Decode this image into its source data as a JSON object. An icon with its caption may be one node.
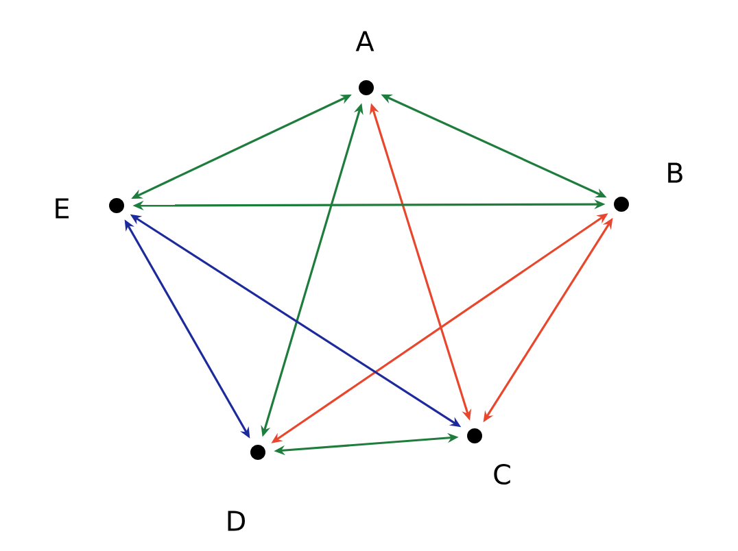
{
  "diagram": {
    "nodes": [
      {
        "text": [
          "A"
        ]
      },
      {
        "text": [
          "B"
        ]
      },
      {
        "text": [
          "C"
        ]
      },
      {
        "text": [
          "D"
        ]
      },
      {
        "text": [
          "E"
        ]
      }
    ],
    "edges": [
      {
        "from": 0,
        "to": 1,
        "arrow": "both"
      },
      {
        "from": 0,
        "to": 4,
        "arrow": "both"
      },
      {
        "from": 0,
        "to": 3,
        "arrow": "both"
      },
      {
        "from": 0,
        "to": 2,
        "arrow": "both",
        "color": "#e8472e"
      },
      {
        "from": 1,
        "to": 4,
        "arrow": "both"
      },
      {
        "from": 1,
        "to": 3,
        "arrow": "both",
        "color": "#e8472e"
      },
      {
        "from": 1,
        "to": 2,
        "arrow": "both",
        "color": "#e8472e"
      },
      {
        "from": 4,
        "to": 3,
        "arrow": "both",
        "color": "#1c2a9c"
      },
      {
        "from": 4,
        "to": 2,
        "arrow": "both",
        "color": "#1c2a9c"
      },
      {
        "from": 3,
        "to": 2,
        "arrow": "both"
      }
    ]
  }
}
